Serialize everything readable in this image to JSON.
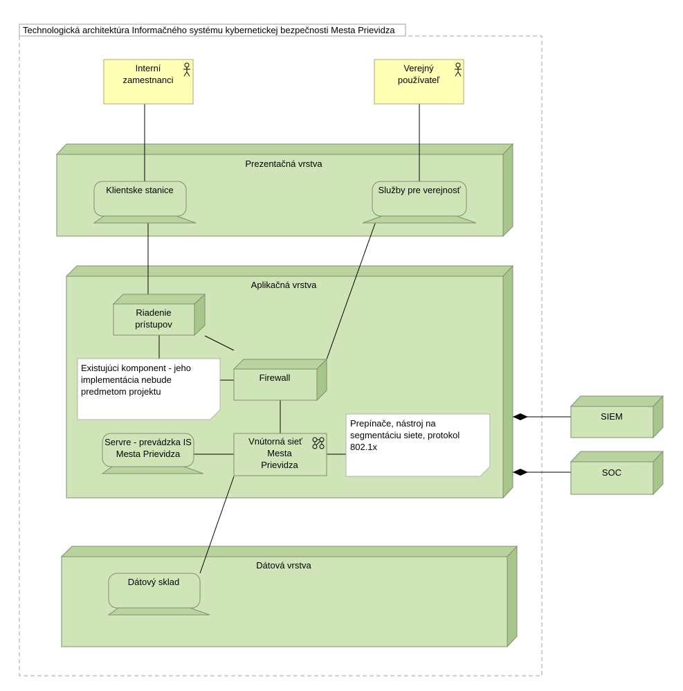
{
  "group": {
    "title": "Technologická architektúra Informačného systému kybernetickej bezpečnosti Mesta Prievidza"
  },
  "actors": {
    "internal": {
      "line1": "Interní",
      "line2": "zamestnanci"
    },
    "public": {
      "line1": "Verejný",
      "line2": "používateľ"
    }
  },
  "layers": {
    "presentation": "Prezentačná vrstva",
    "application": "Aplikačná vrstva",
    "data": "Dátová vrstva"
  },
  "devices": {
    "clients": "Klientske stanice",
    "public_services": "Služby pre verejnosť",
    "servers": {
      "line1": "Servre - prevádzka IS",
      "line2": "Mesta Prievidza"
    },
    "datastore": "Dátový sklad"
  },
  "nodes": {
    "access": {
      "line1": "Riadenie",
      "line2": "prístupov"
    },
    "firewall": "Firewall",
    "network": {
      "line1": "Vnútorná sieť",
      "line2": "Mesta",
      "line3": "Prievidza"
    },
    "siem": "SIEM",
    "soc": "SOC"
  },
  "notes": {
    "existing": {
      "line1": "Existujúci komponent - jeho",
      "line2": "implementácia nebude",
      "line3": "predmetom projektu"
    },
    "switches": {
      "line1": "Prepínače, nástroj na",
      "line2": "segmentáciu siete, protokol",
      "line3": "802.1x"
    }
  },
  "colors": {
    "node_front": "#cfe5b7",
    "node_top": "#b9d39f",
    "node_side": "#a8c58c",
    "actor": "#ffffb5",
    "device": "#cfe5b7"
  }
}
